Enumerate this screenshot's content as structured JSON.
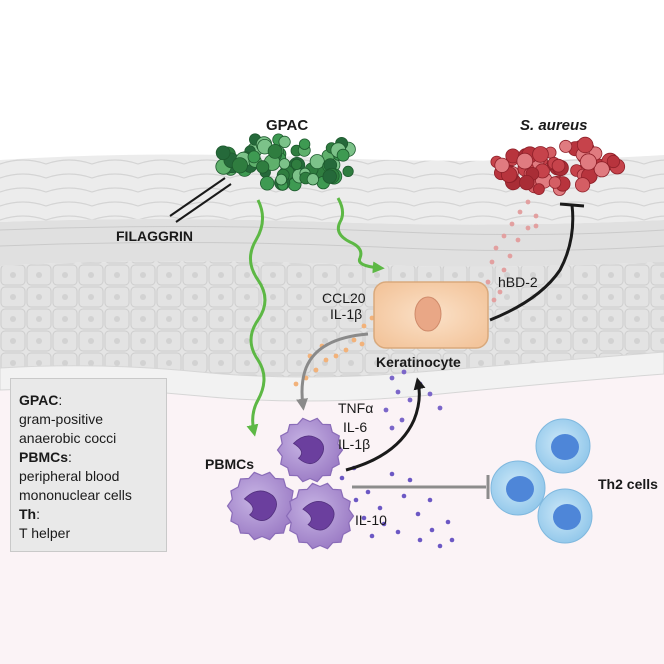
{
  "labels": {
    "gpac": "GPAC",
    "s_aureus": "S. aureus",
    "filaggrin": "FILAGGRIN",
    "ccl20": "CCL20",
    "il1b_top": "IL-1β",
    "hbd2": "hBD-2",
    "keratinocyte": "Keratinocyte",
    "tnfa": "TNFα",
    "il6": "IL-6",
    "il1b": "IL-1β",
    "pbmcs": "PBMCs",
    "il10": "IL-10",
    "th2_cells": "Th2 cells"
  },
  "legend": [
    {
      "term": "GPAC",
      "suffix": ":",
      "definition": [
        "gram-positive",
        "anaerobic cocci"
      ]
    },
    {
      "term": "PBMCs",
      "suffix": ":",
      "definition": [
        "peripheral blood",
        "mononuclear cells"
      ]
    },
    {
      "term": "Th",
      "suffix": ":",
      "definition": [
        "T helper"
      ]
    }
  ],
  "colors": {
    "gpac_green": "#3e9a52",
    "s_aureus_red": "#c6434b",
    "green_arrow": "#5db845",
    "keratinocyte_fill": "#f8d3b0",
    "pbmc_purple": "#a98bcf",
    "th2_blue": "#9fcfed",
    "inhibit_gray": "#8c8c8c"
  }
}
